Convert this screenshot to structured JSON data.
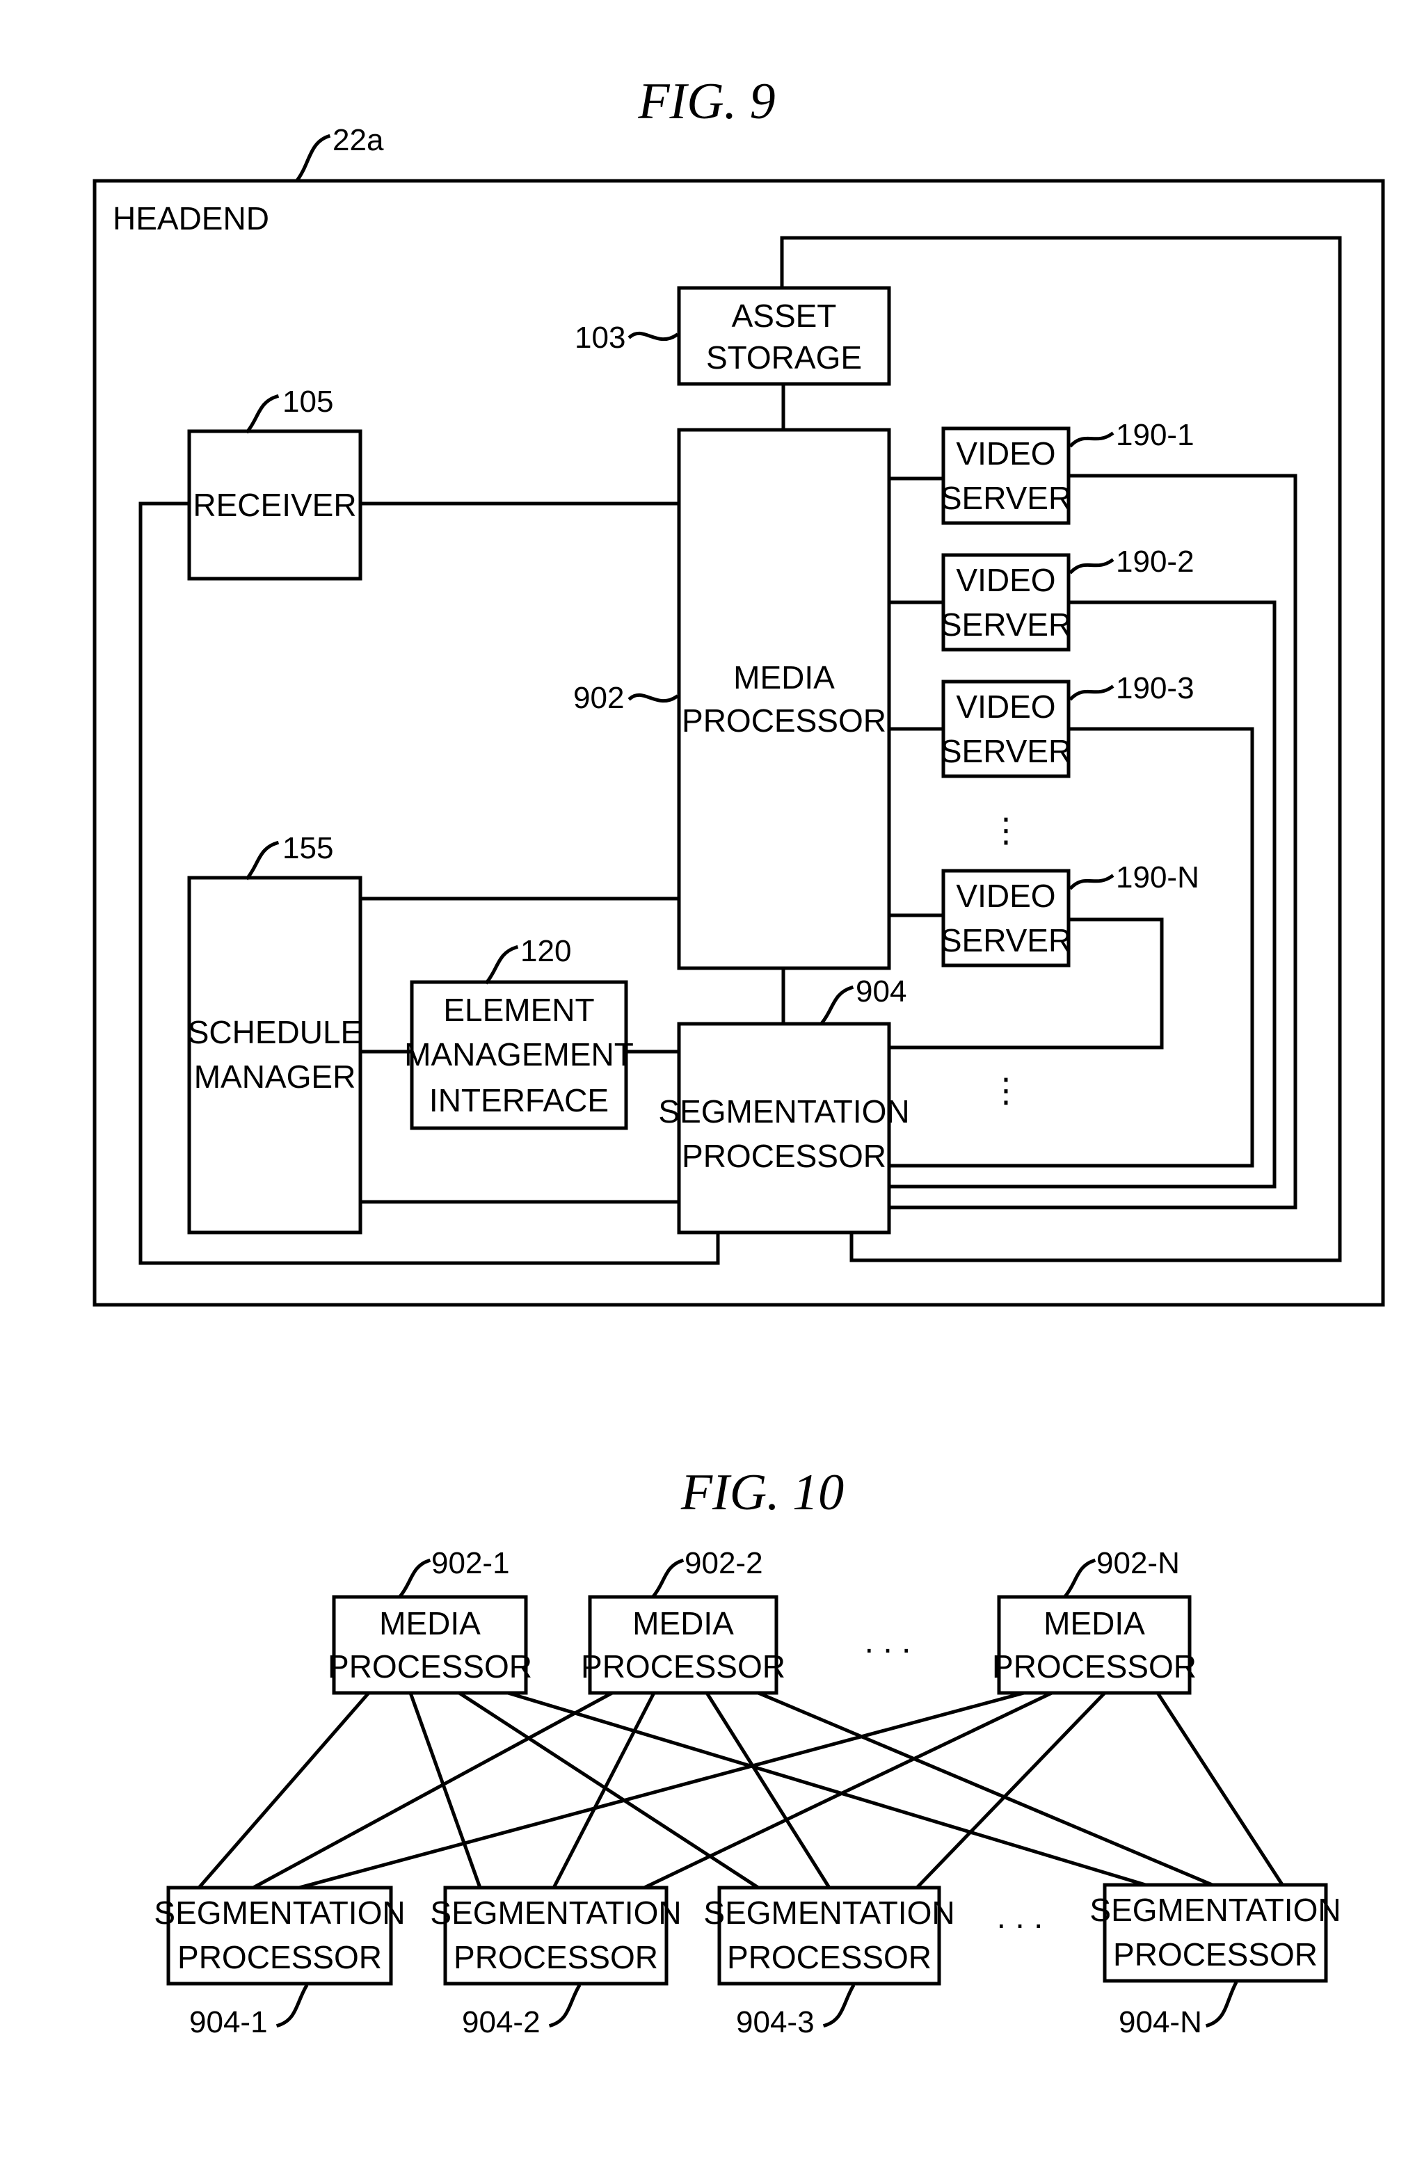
{
  "fig9": {
    "title": "FIG.  9",
    "headend_ref": "22a",
    "headend_label": "HEADEND",
    "asset_storage": {
      "ref": "103",
      "line1": "ASSET",
      "line2": "STORAGE"
    },
    "receiver": {
      "ref": "105",
      "label": "RECEIVER"
    },
    "media_processor": {
      "ref": "902",
      "line1": "MEDIA",
      "line2": "PROCESSOR"
    },
    "video_servers": [
      {
        "ref": "190-1",
        "line1": "VIDEO",
        "line2": "SERVER"
      },
      {
        "ref": "190-2",
        "line1": "VIDEO",
        "line2": "SERVER"
      },
      {
        "ref": "190-3",
        "line1": "VIDEO",
        "line2": "SERVER"
      },
      {
        "ref": "190-N",
        "line1": "VIDEO",
        "line2": "SERVER"
      }
    ],
    "schedule_manager": {
      "ref": "155",
      "line1": "SCHEDULE",
      "line2": "MANAGER"
    },
    "element_management": {
      "ref": "120",
      "line1": "ELEMENT",
      "line2": "MANAGEMENT",
      "line3": "INTERFACE"
    },
    "segmentation_processor": {
      "ref": "904",
      "line1": "SEGMENTATION",
      "line2": "PROCESSOR"
    },
    "ellipsis": "⋮"
  },
  "fig10": {
    "title": "FIG.  10",
    "media_processors": [
      {
        "ref": "902-1",
        "line1": "MEDIA",
        "line2": "PROCESSOR"
      },
      {
        "ref": "902-2",
        "line1": "MEDIA",
        "line2": "PROCESSOR"
      },
      {
        "ref": "902-N",
        "line1": "MEDIA",
        "line2": "PROCESSOR"
      }
    ],
    "segmentation_processors": [
      {
        "ref": "904-1",
        "line1": "SEGMENTATION",
        "line2": "PROCESSOR"
      },
      {
        "ref": "904-2",
        "line1": "SEGMENTATION",
        "line2": "PROCESSOR"
      },
      {
        "ref": "904-3",
        "line1": "SEGMENTATION",
        "line2": "PROCESSOR"
      },
      {
        "ref": "904-N",
        "line1": "SEGMENTATION",
        "line2": "PROCESSOR"
      }
    ],
    "ellipsis": ". . ."
  }
}
